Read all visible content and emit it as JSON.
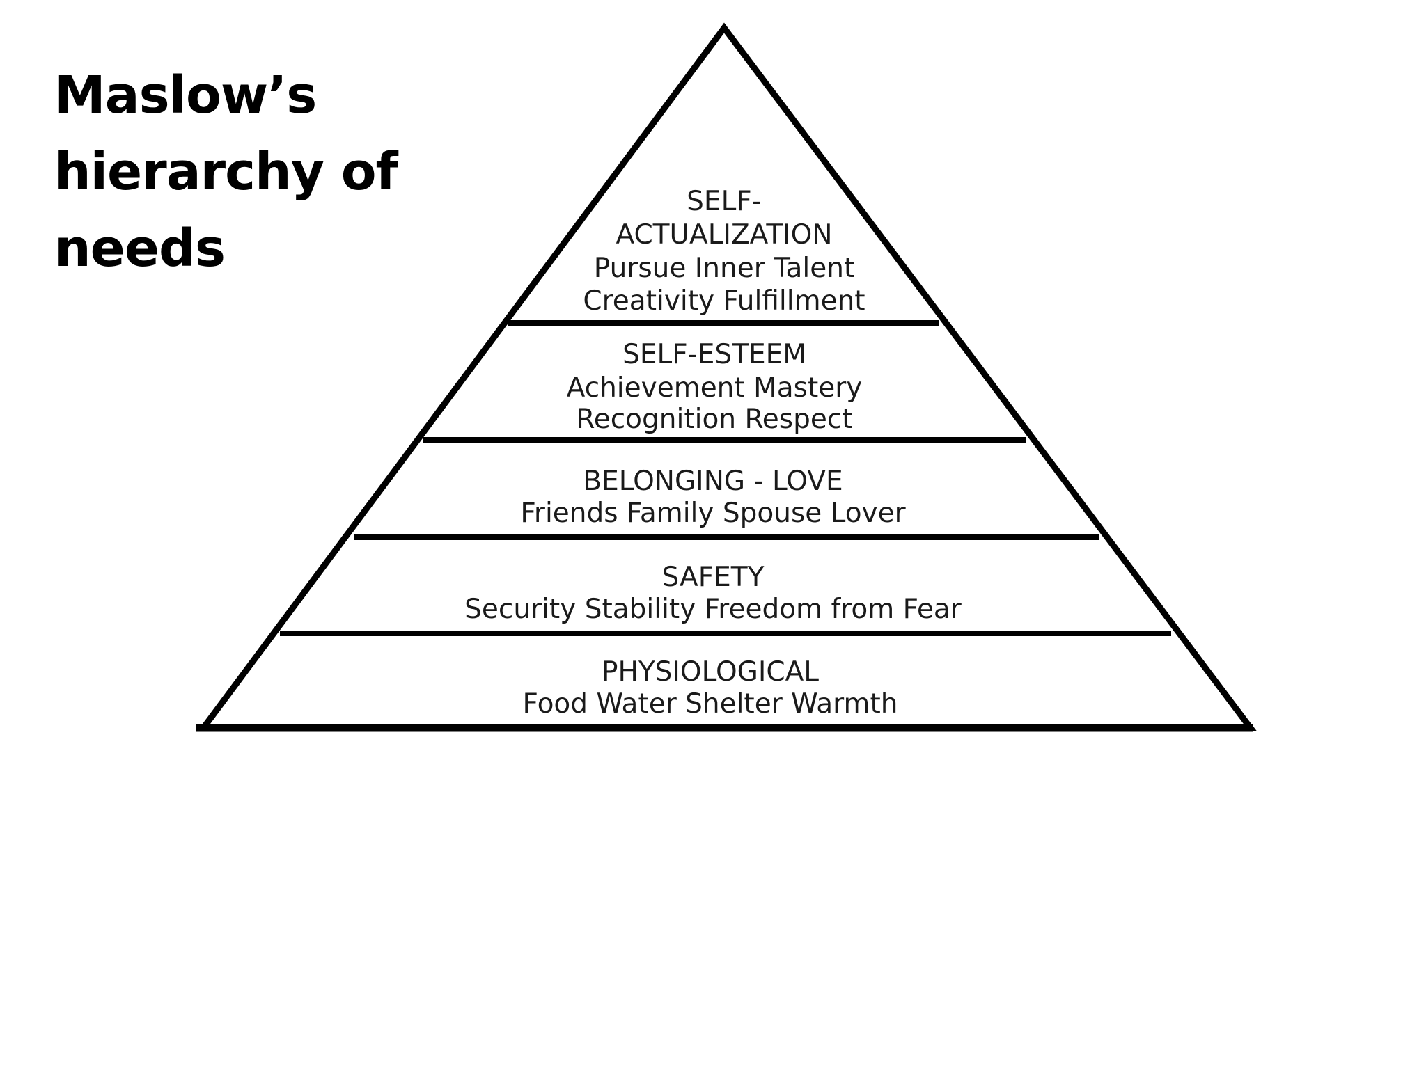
{
  "title": {
    "line1": "Maslow’s",
    "line2": "hierarchy of needs"
  },
  "tiers": [
    {
      "name": "self-actualization",
      "lines": [
        "SELF-",
        "ACTUALIZATION",
        "Pursue Inner Talent",
        "Creativity  Fulfillment"
      ]
    },
    {
      "name": "self-esteem",
      "lines": [
        "SELF-ESTEEM",
        "Achievement Mastery",
        "Recognition  Respect"
      ]
    },
    {
      "name": "belonging-love",
      "lines": [
        "BELONGING - LOVE",
        "Friends  Family  Spouse  Lover"
      ]
    },
    {
      "name": "safety",
      "lines": [
        "SAFETY",
        "Security  Stability  Freedom from Fear"
      ]
    },
    {
      "name": "physiological",
      "lines": [
        "PHYSIOLOGICAL",
        "Food  Water  Shelter  Warmth"
      ]
    }
  ],
  "colors": {
    "outline": "#000000",
    "background": "#ffffff",
    "text": "#1a1a1a"
  }
}
